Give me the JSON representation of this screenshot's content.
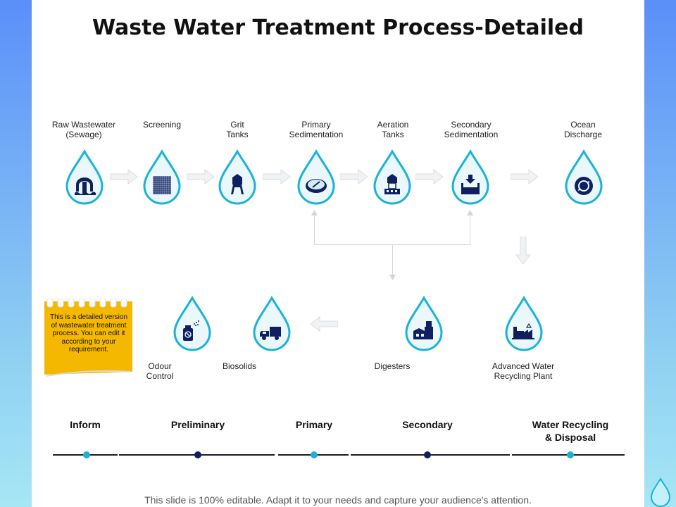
{
  "title": "Waste Water Treatment Process-Detailed",
  "steps": [
    {
      "label": "Raw Wastewater\n(Sewage)",
      "icon": "sewage-pipe-icon"
    },
    {
      "label": "Screening",
      "icon": "screen-mesh-icon"
    },
    {
      "label": "Grit\nTanks",
      "icon": "water-tower-icon"
    },
    {
      "label": "Primary\nSedimentation",
      "icon": "sedimentation-dial-icon"
    },
    {
      "label": "Aeration\nTanks",
      "icon": "aeration-tower-icon"
    },
    {
      "label": "Secondary\nSedimentation",
      "icon": "settling-tank-icon"
    },
    {
      "label": "Ocean\nDischarge",
      "icon": "cycle-icon"
    },
    {
      "label": "Advanced Water\nRecycling Plant",
      "icon": "recycling-plant-icon"
    },
    {
      "label": "Digesters",
      "icon": "factory-icon"
    },
    {
      "label": "Biosolids",
      "icon": "truck-icon"
    },
    {
      "label": "Odour\nControl",
      "icon": "spray-can-icon"
    }
  ],
  "note": "This is a detailed version of wastewater treatment process. You can edit it according to your requirement.",
  "phases": [
    {
      "label": "Inform",
      "dot_color": "#1ab2d6"
    },
    {
      "label": "Preliminary",
      "dot_color": "#10205e"
    },
    {
      "label": "Primary",
      "dot_color": "#1ab2d6"
    },
    {
      "label": "Secondary",
      "dot_color": "#10205e"
    },
    {
      "label": "Water Recycling\n& Disposal",
      "dot_color": "#1ab2d6"
    }
  ],
  "footer": "This slide is 100% editable. Adapt it to your needs and capture your audience's attention.",
  "colors": {
    "drop_outline": "#1ab2d6",
    "icon": "#10205e",
    "note": "#f5b800"
  }
}
